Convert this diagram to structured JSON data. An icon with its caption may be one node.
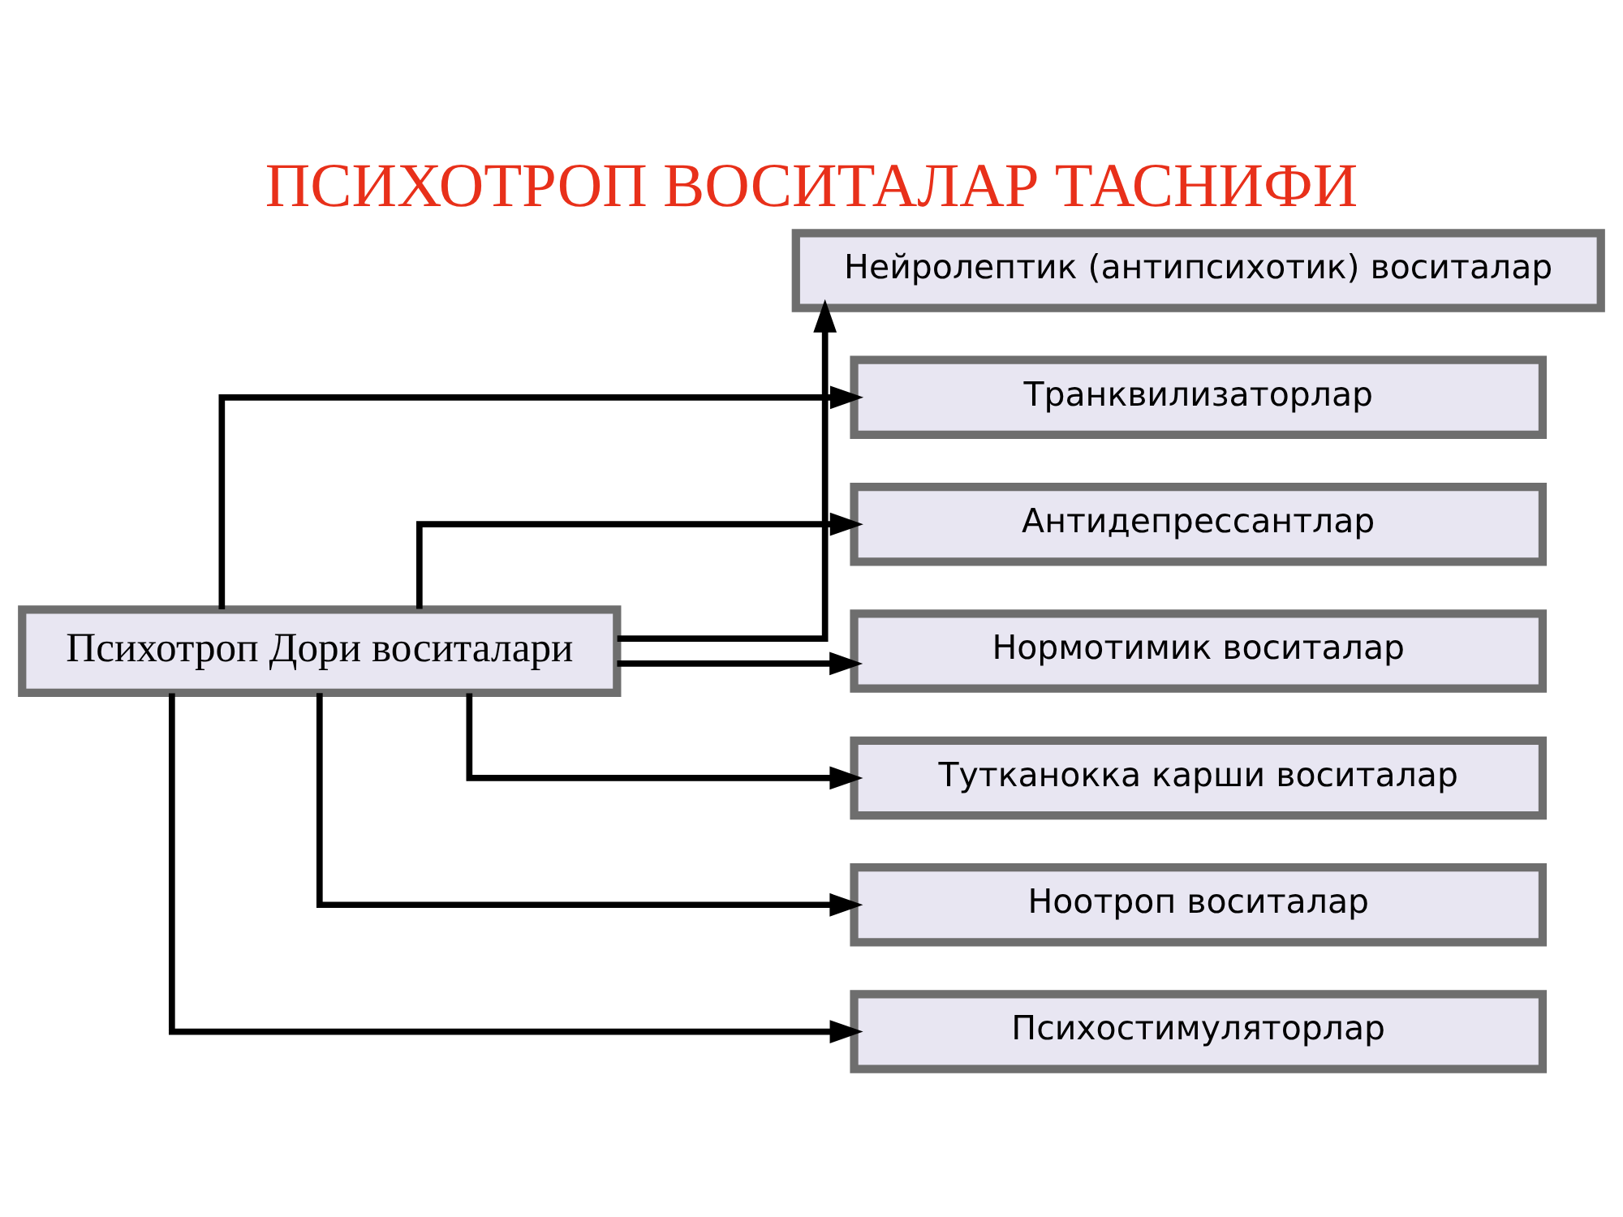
{
  "diagram": {
    "title": "ПСИХОТРОП ВОСИТАЛАР ТАСНИФИ",
    "nodes": [
      {
        "text": [
          "Психотроп Дори воситалари"
        ]
      },
      {
        "text": [
          "Нейролептик (антипсихотик) воситалар"
        ]
      },
      {
        "text": [
          "Транквилизаторлар"
        ]
      },
      {
        "text": [
          "Антидепрессантлар"
        ]
      },
      {
        "text": [
          "Нормотимик воситалар"
        ]
      },
      {
        "text": [
          "Тутканокка карши воситалар"
        ]
      },
      {
        "text": [
          "Ноотроп воситалар"
        ]
      },
      {
        "text": [
          "Психостимуляторлар"
        ]
      }
    ],
    "edges": [
      {
        "from": 0,
        "to": 1,
        "arrow": "to"
      },
      {
        "from": 0,
        "to": 2,
        "arrow": "to"
      },
      {
        "from": 0,
        "to": 3,
        "arrow": "to"
      },
      {
        "from": 0,
        "to": 4,
        "arrow": "to"
      },
      {
        "from": 0,
        "to": 5,
        "arrow": "to"
      },
      {
        "from": 0,
        "to": 6,
        "arrow": "to"
      },
      {
        "from": 0,
        "to": 7,
        "arrow": "to"
      }
    ]
  }
}
